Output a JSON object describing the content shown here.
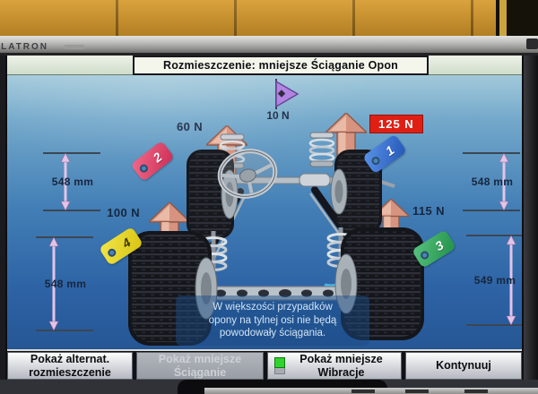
{
  "monitor": {
    "brand": "FLATRON"
  },
  "screen": {
    "title": "Rozmieszczenie: mniejsze Ściąganie Opon",
    "direction_arrow": {
      "label": "10 N"
    },
    "forces": {
      "front_left": {
        "label": "60 N",
        "tag": "2"
      },
      "front_right": {
        "label": "125 N",
        "tag": "1",
        "highlighted": true
      },
      "rear_left": {
        "label": "100 N",
        "tag": "4"
      },
      "rear_right": {
        "label": "115 N",
        "tag": "3"
      }
    },
    "measurements": {
      "front_left": "548 mm",
      "front_right": "548 mm",
      "rear_left": "548 mm",
      "rear_right": "549 mm"
    },
    "note": {
      "line1": "W większości przypadków",
      "line2": "opony na tylnej osi nie będą",
      "line3": "powodowały ściągania."
    },
    "buttons": {
      "alt_layout": {
        "line1": "Pokaż alternat.",
        "line2": "rozmieszczenie",
        "enabled": true
      },
      "less_pull": {
        "line1": "Pokaż mniejsze",
        "line2": "Ściąganie",
        "enabled": false
      },
      "less_vibration": {
        "line1": "Pokaż mniejsze",
        "line2": "Wibracje",
        "enabled": true
      },
      "continue": {
        "label": "Kontynuuj",
        "enabled": true
      }
    },
    "colors": {
      "highlight_red": "#e01f14",
      "indicator_green": "#2ed32e",
      "force_arrow_salmon": "#d6937f",
      "direction_arrow_purple": "#ad7ce0",
      "measure_arrow_pink": "#e3c4e6",
      "tag_1_blue": "#2f6fd0",
      "tag_2_pink": "#e0486e",
      "tag_3_green": "#33a65a",
      "tag_4_yellow": "#e8d61c"
    },
    "icons": {
      "force_arrow": "↑",
      "direction_arrow": "▶"
    }
  }
}
